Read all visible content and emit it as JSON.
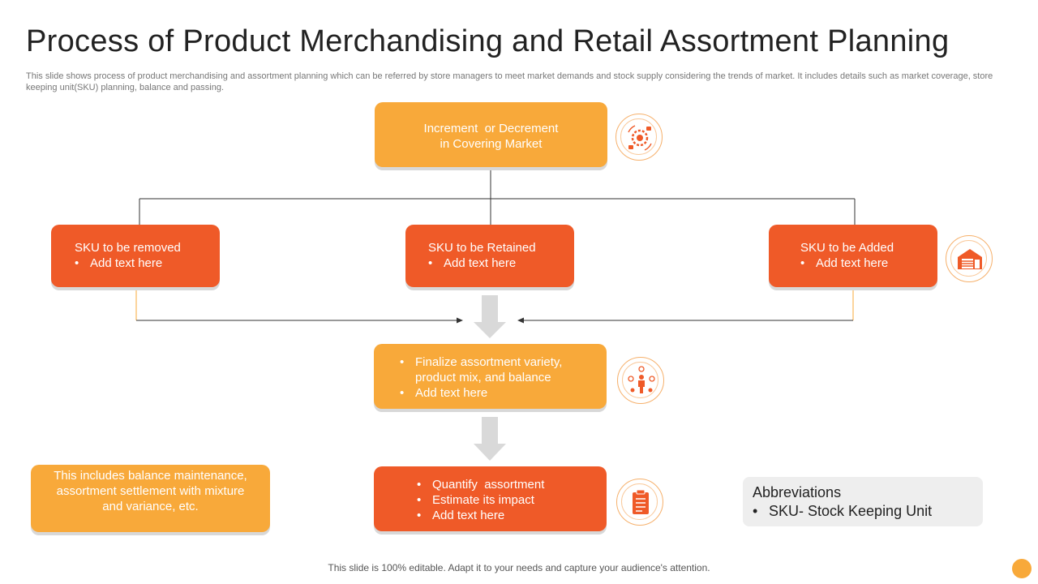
{
  "title": "Process of Product Merchandising and Retail Assortment Planning",
  "subtitle": "This slide shows process of product merchandising and assortment planning which can be referred by store managers to meet market demands and stock supply considering the trends of market. It includes details such as market coverage, store keeping unit(SKU) planning, balance and passing.",
  "top_box": {
    "line1": "Increment  or Decrement",
    "line2": "in Covering Market",
    "icon": "gear-hands-icon"
  },
  "sku_boxes": [
    {
      "heading": "SKU to be removed",
      "bullet": "Add text here"
    },
    {
      "heading": "SKU to be Retained",
      "bullet": "Add text here"
    },
    {
      "heading": "SKU to be Added",
      "bullet": "Add text here",
      "icon": "store-icon"
    }
  ],
  "finalize_box": {
    "bullets": [
      "Finalize assortment variety, product mix, and balance",
      "Add text here"
    ],
    "icon": "person-network-icon"
  },
  "quantify_box": {
    "bullets": [
      "Quantify  assortment",
      "Estimate its impact",
      "Add text here"
    ],
    "icon": "clipboard-icon"
  },
  "note_box": {
    "text": "This includes balance maintenance, assortment settlement with mixture and variance, etc."
  },
  "abbreviations": {
    "heading": "Abbreviations",
    "items": [
      "SKU- Stock Keeping Unit"
    ]
  },
  "footer": "This slide is 100% editable. Adapt it to your needs and capture your audience's attention.",
  "colors": {
    "amber": "#f8a93a",
    "red_orange": "#ef5a28",
    "arrow_gray": "#d9d9d9",
    "icon_ring": "#f6b06b"
  }
}
